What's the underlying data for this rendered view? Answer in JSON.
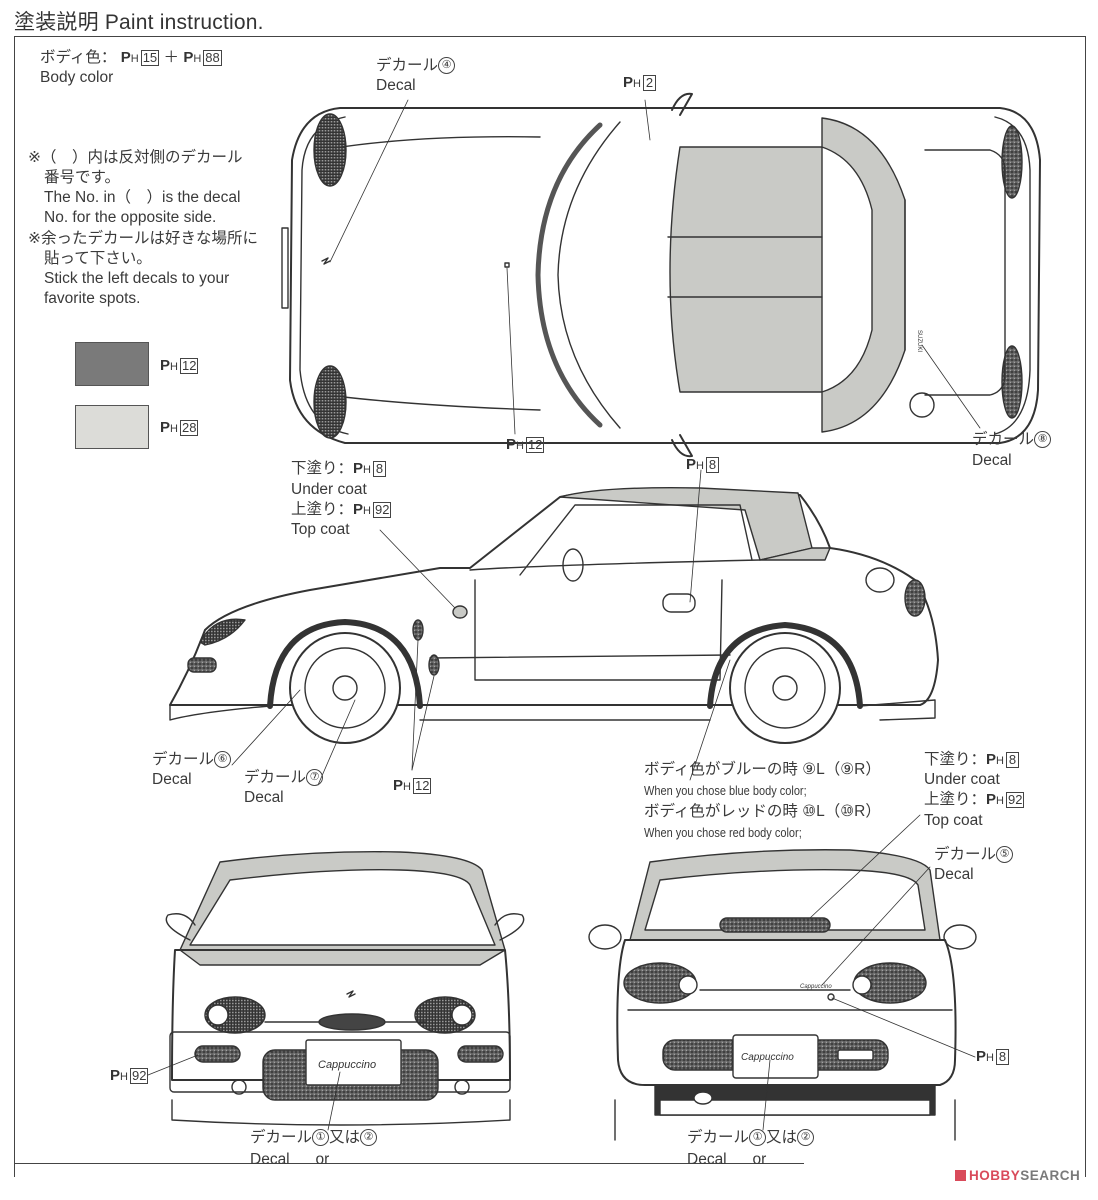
{
  "title": "塗装説明 Paint instruction.",
  "colors": {
    "dark_swatch": "#7a7a7a",
    "light_swatch": "#dcdcd8",
    "line": "#333333",
    "gray_fill": "#c9cac6",
    "watermark_red": "#d94a5a",
    "watermark_gray": "#7a7a7a"
  },
  "legend": {
    "body_color_jp": "ボディ色：",
    "body_color_plus": "＋",
    "body_color_codes": [
      "15",
      "88"
    ],
    "body_color_en": "Body color",
    "note1_jp_line1": "※（　）内は反対側のデカール",
    "note1_jp_line2": "番号です。",
    "note1_en_line1": "The No. in（　）is the decal",
    "note1_en_line2": "No. for the opposite side.",
    "note2_jp_line1": "※余ったデカールは好きな場所に",
    "note2_jp_line2": "貼って下さい。",
    "note2_en_line1": "Stick the left decals to your",
    "note2_en_line2": "favorite spots.",
    "swatches": [
      {
        "code": "12",
        "tone": "dark"
      },
      {
        "code": "28",
        "tone": "light"
      }
    ]
  },
  "paint_prefix": {
    "p": "P",
    "h": "H"
  },
  "callouts": {
    "decal_jp": "デカール",
    "decal_en": "Decal",
    "or_jp": "又は",
    "or_en": "or",
    "under_coat_jp": "下塗り：",
    "under_coat_en": "Under coat",
    "top_coat_jp": "上塗り：",
    "top_coat_en": "Top coat",
    "top_view": {
      "decal_4": "④",
      "ph_2": "2",
      "ph_12": "12",
      "decal_8": "⑧"
    },
    "side_view": {
      "under_coat_code": "8",
      "top_coat_code": "92",
      "ph_8": "8",
      "decal_6": "⑥",
      "decal_7": "⑦",
      "ph_12": "12",
      "blue_jp": "ボディ色がブルーの時 ⑨L（⑨R）",
      "blue_en": "When you chose blue body color;",
      "red_jp": "ボディ色がレッドの時 ⑩L（⑩R）",
      "red_en": "When you chose red body color;"
    },
    "rear_view": {
      "under_coat_code": "8",
      "top_coat_code": "92",
      "decal_5": "⑤",
      "ph_8": "8",
      "decal_1": "①",
      "decal_2": "②"
    },
    "front_view": {
      "ph_92": "92",
      "decal_1": "①",
      "decal_2": "②"
    }
  },
  "emblem_text": "Cappuccino",
  "roof_brand": "SUZUKI",
  "watermark": {
    "part1": "HOBBY",
    "part2": "SEARCH"
  }
}
